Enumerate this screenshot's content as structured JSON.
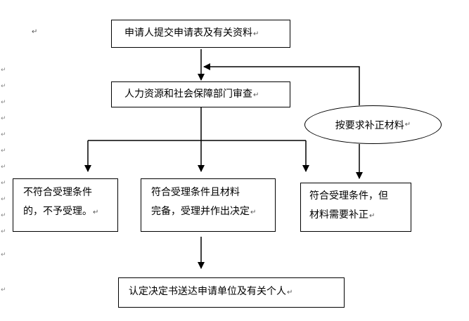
{
  "nodes": {
    "submit": "申请人提交申请表及有关资料",
    "review": "人力资源和社会保障部门审查",
    "supplement": "按要求补正材料",
    "rejected_line1": "不符合受理条件",
    "rejected_line2": "的，不予受理。",
    "accepted_line1": "符合受理条件且材料",
    "accepted_line2": "完备，受理并作出决定",
    "need_supplement_line1": "符合受理条件，但",
    "need_supplement_line2": "材料需要补正",
    "deliver": "认定决定书送达申请单位及有关个人"
  },
  "marks": {
    "paragraph": "↵"
  },
  "colors": {
    "stroke": "#000000",
    "text": "#000000",
    "background": "#ffffff"
  }
}
